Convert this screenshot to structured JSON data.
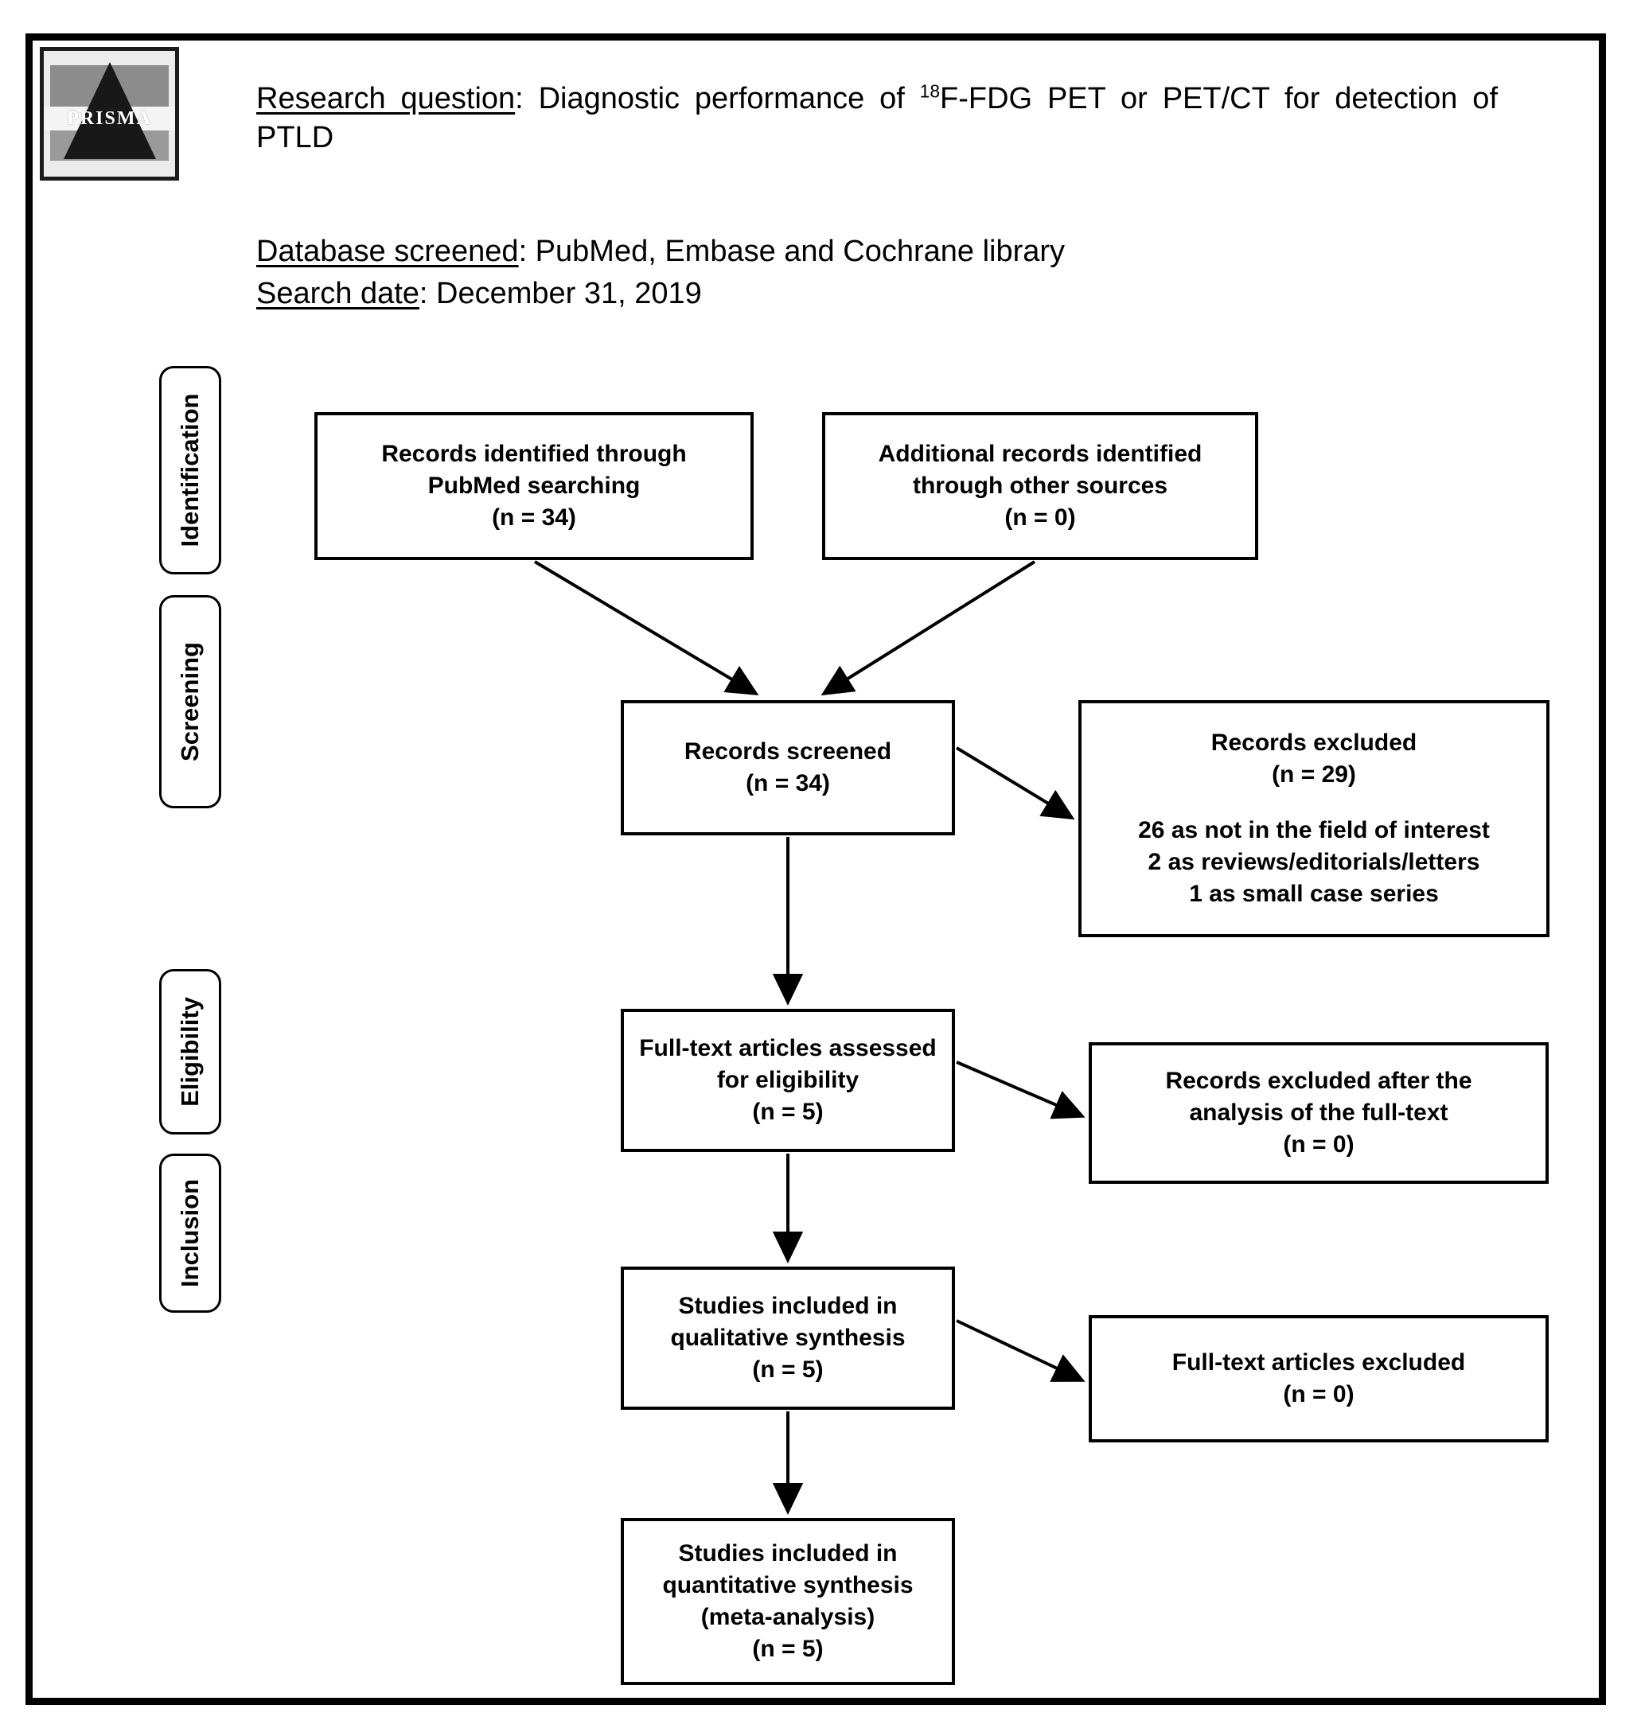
{
  "logo": {
    "alt_name": "PRISMA logo",
    "wordmark": "PRISMA"
  },
  "header": {
    "research_label": "Research question",
    "research_separator": ": ",
    "research_text_part1": "Diagnostic performance of ",
    "research_sup": "18",
    "research_text_part2": "F-FDG PET or PET/CT for detection of PTLD",
    "research_full": "Research question: Diagnostic performance of 18F-FDG PET or PET/CT for detection of PTLD",
    "database_label": "Database screened",
    "database_value": ": PubMed, Embase and Cochrane library",
    "search_label": "Search date",
    "search_value": ": December 31, 2019"
  },
  "stages": [
    {
      "id": "identification",
      "label": "Identification"
    },
    {
      "id": "screening",
      "label": "Screening"
    },
    {
      "id": "eligibility",
      "label": "Eligibility"
    },
    {
      "id": "inclusion",
      "label": "Inclusion"
    }
  ],
  "boxes": {
    "pubmed": {
      "line1": "Records identified through",
      "line2": "PubMed searching",
      "line3": "(n = 34)"
    },
    "other_sources": {
      "line1": "Additional records identified",
      "line2": "through other sources",
      "line3": "(n = 0)"
    },
    "records_screened": {
      "line1": "Records screened",
      "line2": "(n = 34)"
    },
    "records_excluded": {
      "line1": "Records excluded",
      "line2": "(n =  29)",
      "reason1": "26 as not in the field of interest",
      "reason2": "2 as reviews/editorials/letters",
      "reason3": "1 as small case series"
    },
    "fulltext_assessed": {
      "line1": "Full-text articles assessed",
      "line2": "for eligibility",
      "line3": "(n = 5)"
    },
    "excluded_after_fulltext": {
      "line1": "Records excluded after the",
      "line2": "analysis of the full-text",
      "line3": "(n = 0)"
    },
    "qualitative": {
      "line1": "Studies included in",
      "line2": "qualitative synthesis",
      "line3": "(n = 5)"
    },
    "fulltext_excluded": {
      "line1": "Full-text articles excluded",
      "line2": "(n = 0)"
    },
    "quantitative": {
      "line1": "Studies included in",
      "line2": "quantitative synthesis",
      "line3": "(meta-analysis)",
      "line4": "(n = 5)"
    }
  },
  "chart_data": {
    "type": "diagram",
    "title": "PRISMA flow diagram",
    "nodes": [
      {
        "id": "pubmed",
        "label": "Records identified through PubMed searching",
        "n": 34,
        "stage": "Identification"
      },
      {
        "id": "other_sources",
        "label": "Additional records identified through other sources",
        "n": 0,
        "stage": "Identification"
      },
      {
        "id": "records_screened",
        "label": "Records screened",
        "n": 34,
        "stage": "Screening"
      },
      {
        "id": "records_excluded",
        "label": "Records excluded",
        "n": 29,
        "stage": "Screening",
        "breakdown": [
          {
            "count": 26,
            "reason": "as not in the field of interest"
          },
          {
            "count": 2,
            "reason": "as reviews/editorials/letters"
          },
          {
            "count": 1,
            "reason": "as small case series"
          }
        ]
      },
      {
        "id": "fulltext_assessed",
        "label": "Full-text articles assessed for eligibility",
        "n": 5,
        "stage": "Eligibility"
      },
      {
        "id": "excluded_after_fulltext",
        "label": "Records excluded after the analysis of the full-text",
        "n": 0,
        "stage": "Eligibility"
      },
      {
        "id": "qualitative",
        "label": "Studies included in qualitative synthesis",
        "n": 5,
        "stage": "Inclusion"
      },
      {
        "id": "fulltext_excluded",
        "label": "Full-text articles excluded",
        "n": 0,
        "stage": "Inclusion"
      },
      {
        "id": "quantitative",
        "label": "Studies included in quantitative synthesis (meta-analysis)",
        "n": 5,
        "stage": "Inclusion"
      }
    ],
    "edges": [
      {
        "from": "pubmed",
        "to": "records_screened"
      },
      {
        "from": "other_sources",
        "to": "records_screened"
      },
      {
        "from": "records_screened",
        "to": "records_excluded"
      },
      {
        "from": "records_screened",
        "to": "fulltext_assessed"
      },
      {
        "from": "fulltext_assessed",
        "to": "excluded_after_fulltext"
      },
      {
        "from": "fulltext_assessed",
        "to": "qualitative"
      },
      {
        "from": "qualitative",
        "to": "fulltext_excluded"
      },
      {
        "from": "qualitative",
        "to": "quantitative"
      }
    ]
  },
  "colors": {
    "line": "#000000",
    "background": "#ffffff"
  }
}
